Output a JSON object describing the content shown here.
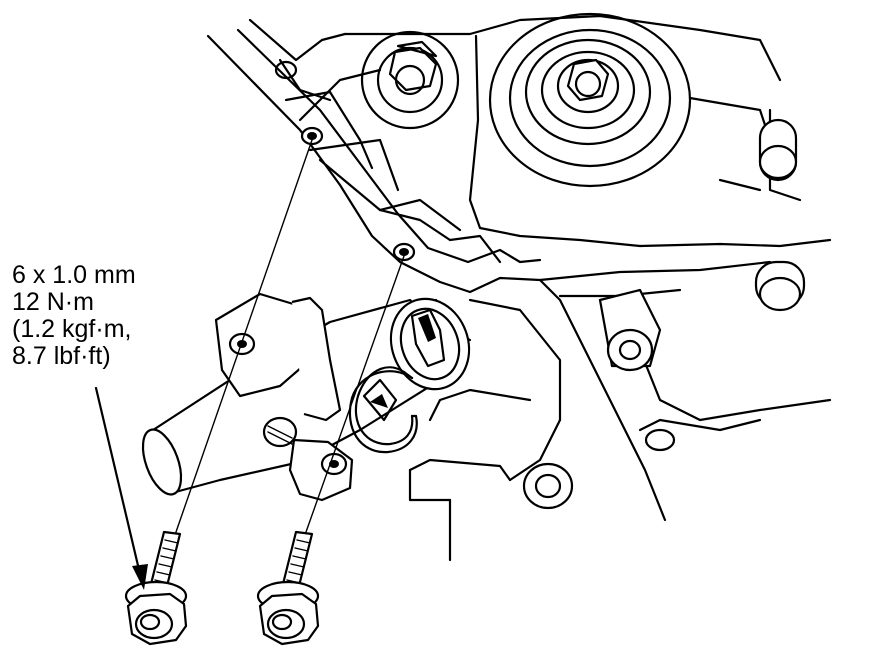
{
  "title": "",
  "torque_spec": {
    "line1": "6 x 1.0 mm",
    "line2": "12 N·m",
    "line3": "(1.2 kgf·m,",
    "line4": "8.7 lbf·ft)"
  },
  "colors": {
    "line": "#000000",
    "background": "#ffffff"
  }
}
